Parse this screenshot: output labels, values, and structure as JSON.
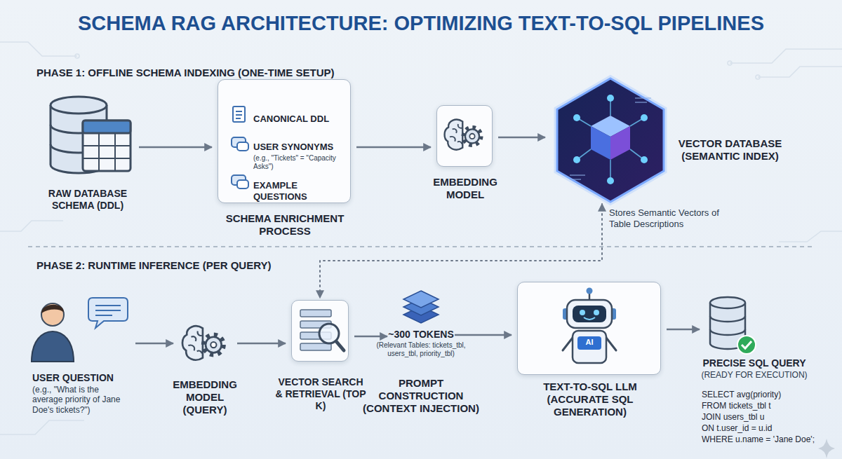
{
  "diagram": {
    "title": "SCHEMA RAG ARCHITECTURE: OPTIMIZING TEXT-TO-SQL PIPELINES",
    "nodes": [
      {
        "text": [
          "RAW DATABASE SCHEMA (DDL)"
        ]
      },
      {
        "text": [
          "CANONICAL DDL",
          "USER SYNONYMS",
          "(e.g., \"Tickets\" = \"Capacity Asks\")",
          "EXAMPLE QUESTIONS",
          "SCHEMA ENRICHMENT PROCESS"
        ]
      },
      {
        "text": [
          "EMBEDDING MODEL"
        ]
      },
      {
        "text": [
          "VECTOR DATABASE (SEMANTIC INDEX)"
        ]
      },
      {
        "text": [
          "USER QUESTION",
          "(e.g., \"What is the average priority of Jane Doe's tickets?\")"
        ]
      },
      {
        "text": [
          "EMBEDDING MODEL (QUERY)"
        ]
      },
      {
        "text": [
          "VECTOR SEARCH & RETRIEVAL (TOP K)"
        ]
      },
      {
        "text": [
          "~300 TOKENS",
          "(Relevant Tables: tickets_tbl, users_tbl, priority_tbl)",
          "PROMPT CONSTRUCTION (CONTEXT INJECTION)"
        ]
      },
      {
        "text": [
          "TEXT-TO-SQL LLM (ACCURATE SQL GENERATION)"
        ]
      },
      {
        "text": [
          "PRECISE SQL QUERY",
          "(READY FOR EXECUTION)",
          "SELECT avg(priority)",
          "FROM tickets_tbl t",
          "JOIN users_tbl u",
          "ON t.user_id = u.id",
          "WHERE u.name = 'Jane Doe';"
        ]
      }
    ],
    "edges": [
      {
        "from": 0,
        "to": 1,
        "arrow": "to"
      },
      {
        "from": 1,
        "to": 2,
        "arrow": "to"
      },
      {
        "from": 2,
        "to": 3,
        "arrow": "to"
      },
      {
        "from": 4,
        "to": 5,
        "arrow": "to"
      },
      {
        "from": 5,
        "to": 6,
        "arrow": "to"
      },
      {
        "from": 3,
        "to": 6,
        "arrow": "both"
      },
      {
        "from": 6,
        "to": 7,
        "arrow": "to"
      },
      {
        "from": 7,
        "to": 8,
        "arrow": "to"
      },
      {
        "from": 8,
        "to": 9,
        "arrow": "to"
      }
    ],
    "labels": [
      "PHASE 1: OFFLINE SCHEMA INDEXING (ONE-TIME SETUP)",
      "Stores Semantic Vectors of Table Descriptions",
      "PHASE 2: RUNTIME INFERENCE (PER QUERY)",
      "AI"
    ]
  }
}
